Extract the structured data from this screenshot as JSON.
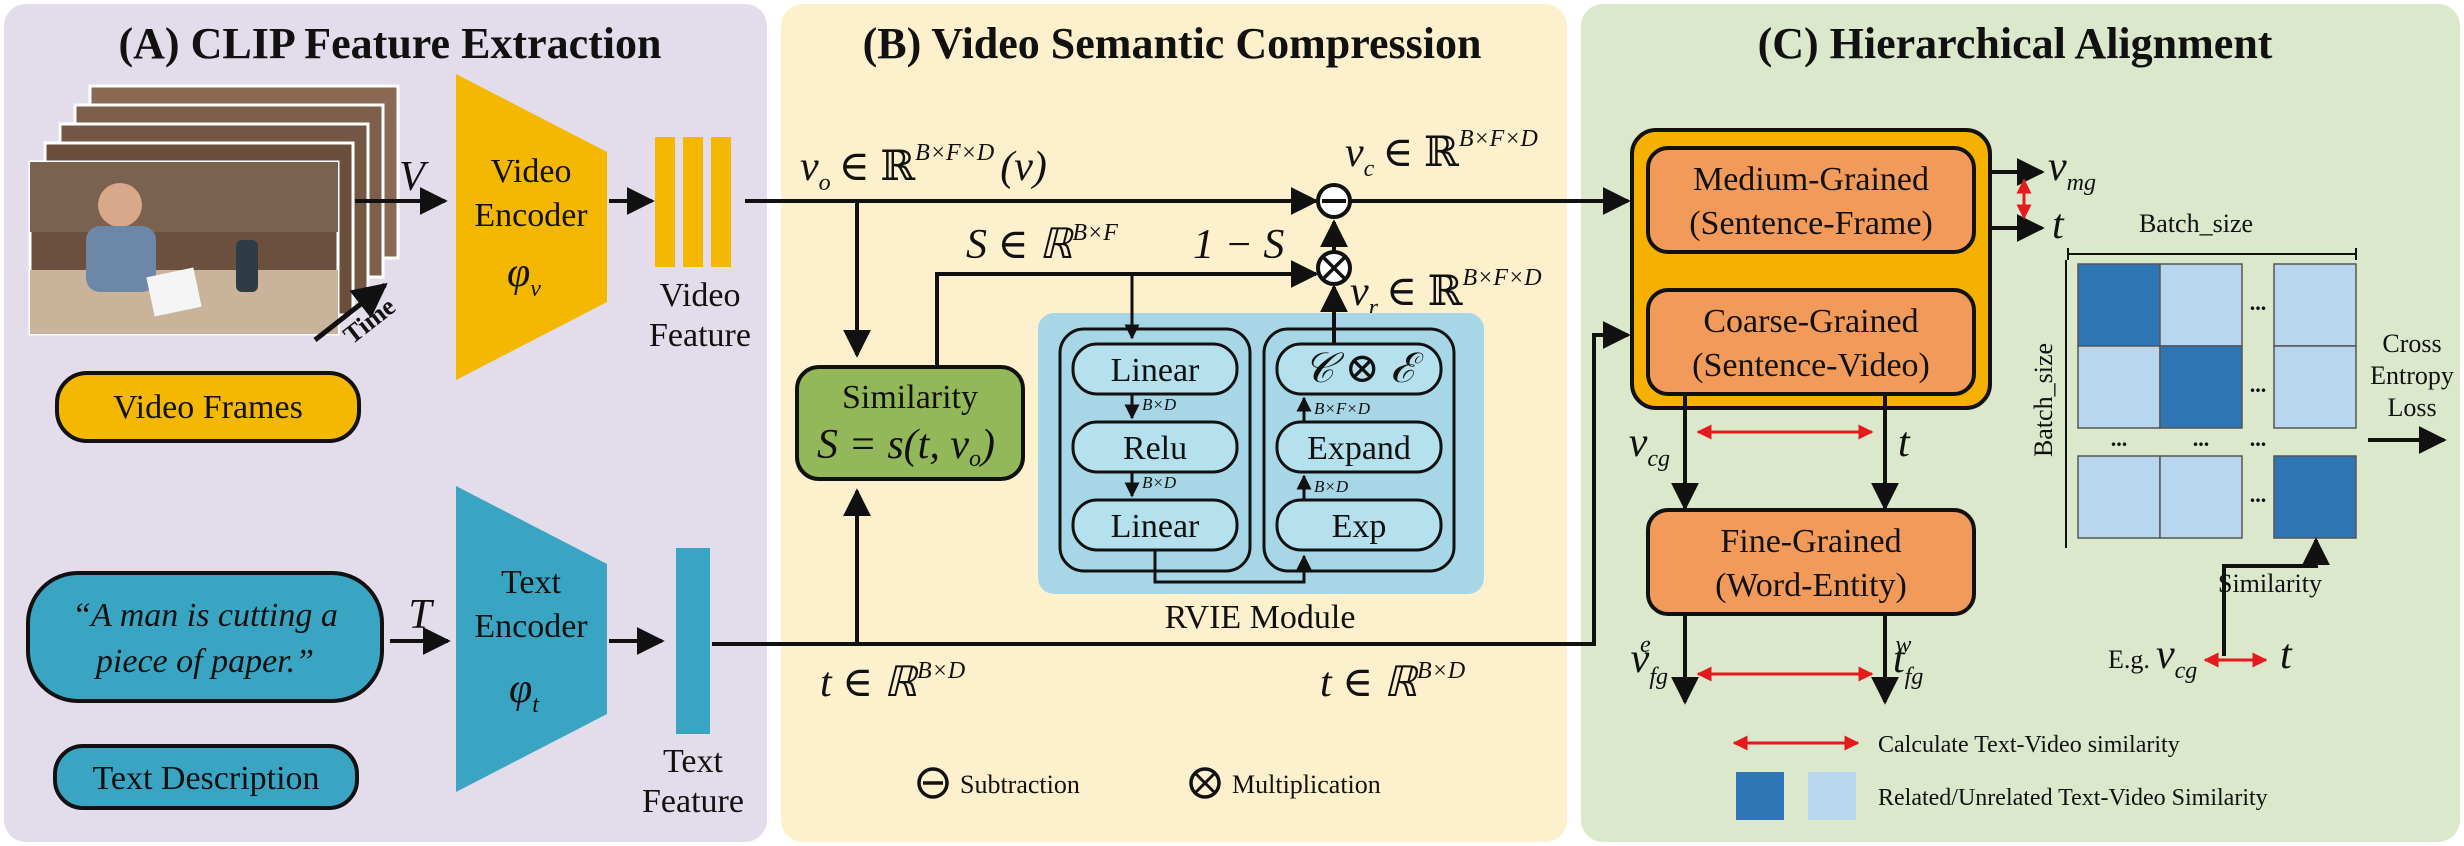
{
  "panels": {
    "a_title": "(A) CLIP Feature Extraction",
    "b_title": "(B) Video Semantic Compression",
    "c_title": "(C) Hierarchical Alignment"
  },
  "panel_a": {
    "time_label": "Time",
    "video_frames_label": "Video Frames",
    "video_input_symbol": "V",
    "video_encoder_line1": "Video",
    "video_encoder_line2": "Encoder",
    "video_encoder_symbol": "φ",
    "video_encoder_sub": "v",
    "video_feature_line1": "Video",
    "video_feature_line2": "Feature",
    "text_quote_line1": "“A man is cutting a",
    "text_quote_line2": "piece of paper.”",
    "text_input_symbol": "T",
    "text_encoder_line1": "Text",
    "text_encoder_line2": "Encoder",
    "text_encoder_symbol": "φ",
    "text_encoder_sub": "t",
    "text_feature_line1": "Text",
    "text_feature_line2": "Feature",
    "text_description_label": "Text Description"
  },
  "panel_b": {
    "vo_main": "v",
    "vo_sub": "o",
    "vo_in": "∈ ℝ",
    "vo_sup": "B×F×D",
    "vo_tail": "(v)",
    "s_label": "S ∈ ℝ",
    "s_sup": "B×F",
    "one_minus_s": "1 − S",
    "vc_main": "v",
    "vc_sub": "c",
    "vc_in": "∈ ℝ",
    "vc_sup": "B×F×D",
    "vr_main": "v",
    "vr_sub": "r",
    "vr_in": "∈ ℝ",
    "vr_sup": "B×F×D",
    "similarity_line1": "Similarity",
    "similarity_line2": "S = s(t, v",
    "similarity_sub": "o",
    "similarity_close": ")",
    "left_stack": [
      "Linear",
      "Relu",
      "Linear"
    ],
    "right_stack": [
      "𝒞 ⊗ ℰ",
      "Expand",
      "Exp"
    ],
    "dim_label": "B×D",
    "dim_label_bfd": "B×F×D",
    "rvie_label": "RVIE Module",
    "t_left": "t ∈ ℝ",
    "t_left_sup": "B×D",
    "t_right": "t ∈ ℝ",
    "t_right_sup": "B×D",
    "legend_subtraction": "Subtraction",
    "legend_multiplication": "Multiplication"
  },
  "panel_c": {
    "medium_line1": "Medium-Grained",
    "medium_line2": "(Sentence-Frame)",
    "coarse_line1": "Coarse-Grained",
    "coarse_line2": "(Sentence-Video)",
    "fine_line1": "Fine-Grained",
    "fine_line2": "(Word-Entity)",
    "v_mg": "v",
    "v_mg_sub": "mg",
    "t": "t",
    "v_cg": "v",
    "v_cg_sub": "cg",
    "v_fg": "v",
    "v_fg_sub": "fg",
    "v_fg_sup": "e",
    "t_fg": "t",
    "t_fg_sub": "fg",
    "t_fg_sup": "w",
    "batch_size_top": "Batch_size",
    "batch_size_side": "Batch_size",
    "ellipsis": "...",
    "loss_line1": "Cross",
    "loss_line2": "Entropy",
    "loss_line3": "Loss",
    "similarity_label": "Similarity",
    "eg_label": "E.g.",
    "legend_calc": "Calculate Text-Video similarity",
    "legend_related": "Related/Unrelated Text-Video Similarity"
  },
  "colors": {
    "panel_a_bg": "#e3dcea",
    "panel_b_bg": "#fdf0cc",
    "panel_c_bg": "#dce8cc",
    "video_yellow": "#f5b800",
    "text_teal": "#3aa5c3",
    "similarity_green": "#93b85a",
    "rvie_blue": "#a7d7e6",
    "stack_box": "#b5e0ee",
    "orange_outer": "#f5b000",
    "orange_box": "#f29a5a",
    "matrix_dark": "#2e75b6",
    "matrix_light": "#b8d6ee",
    "calc_arrow": "#e41a1c"
  }
}
